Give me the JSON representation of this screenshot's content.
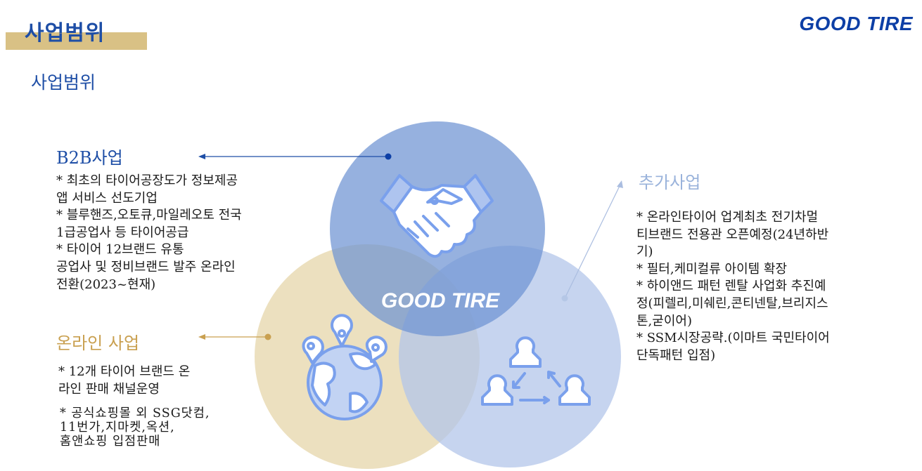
{
  "header": {
    "title": "사업범위",
    "subtitle": "사업범위",
    "brand_logo": "GOOD TIRE"
  },
  "diagram": {
    "center_label": "GOOD TIRE",
    "colors": {
      "b2b_circle": "#7c9fd7",
      "online_circle": "#eadcb5",
      "extra_circle": "#b7c9ea",
      "title_accent": "#d9c185",
      "navy": "#1e4ea6",
      "gold": "#c9a050",
      "light_blue": "#9ab3db"
    },
    "sections": [
      {
        "id": "b2b",
        "heading": "B2B사업",
        "icon": "handshake-icon",
        "text": "* 최초의 타이어공장도가 정보제공\n앱 서비스 선도기업\n* 블루핸즈,오토큐,마일레오토 전국\n1급공업사 등 타이어공급\n* 타이어 12브랜드 유통\n공업사 및 정비브랜드 발주 온라인\n전환(2023~현재)"
      },
      {
        "id": "online",
        "heading": "온라인 사업",
        "icon": "globe-pins-icon",
        "text": "* 12개 타이어 브랜드 온\n라인 판매 채널운영",
        "text2": "* 공식쇼핑몰 외 SSG닷컴,\n11번가,지마켓,옥션,\n홈앤쇼핑 입점판매"
      },
      {
        "id": "extra",
        "heading": "추가사업",
        "icon": "people-network-icon",
        "text": "* 온라인타이어 업계최초 전기차멀\n티브랜드 전용관 오픈예정(24년하반\n기)\n* 필터,케미컬류 아이템 확장\n* 하이앤드 패턴 렌탈 사업화 추진예\n정(피렐리,미쉐린,콘티넨탈,브리지스\n톤,굳이어)\n* SSM시장공략.(이마트 국민타이어\n단독패턴 입점)"
      }
    ]
  }
}
